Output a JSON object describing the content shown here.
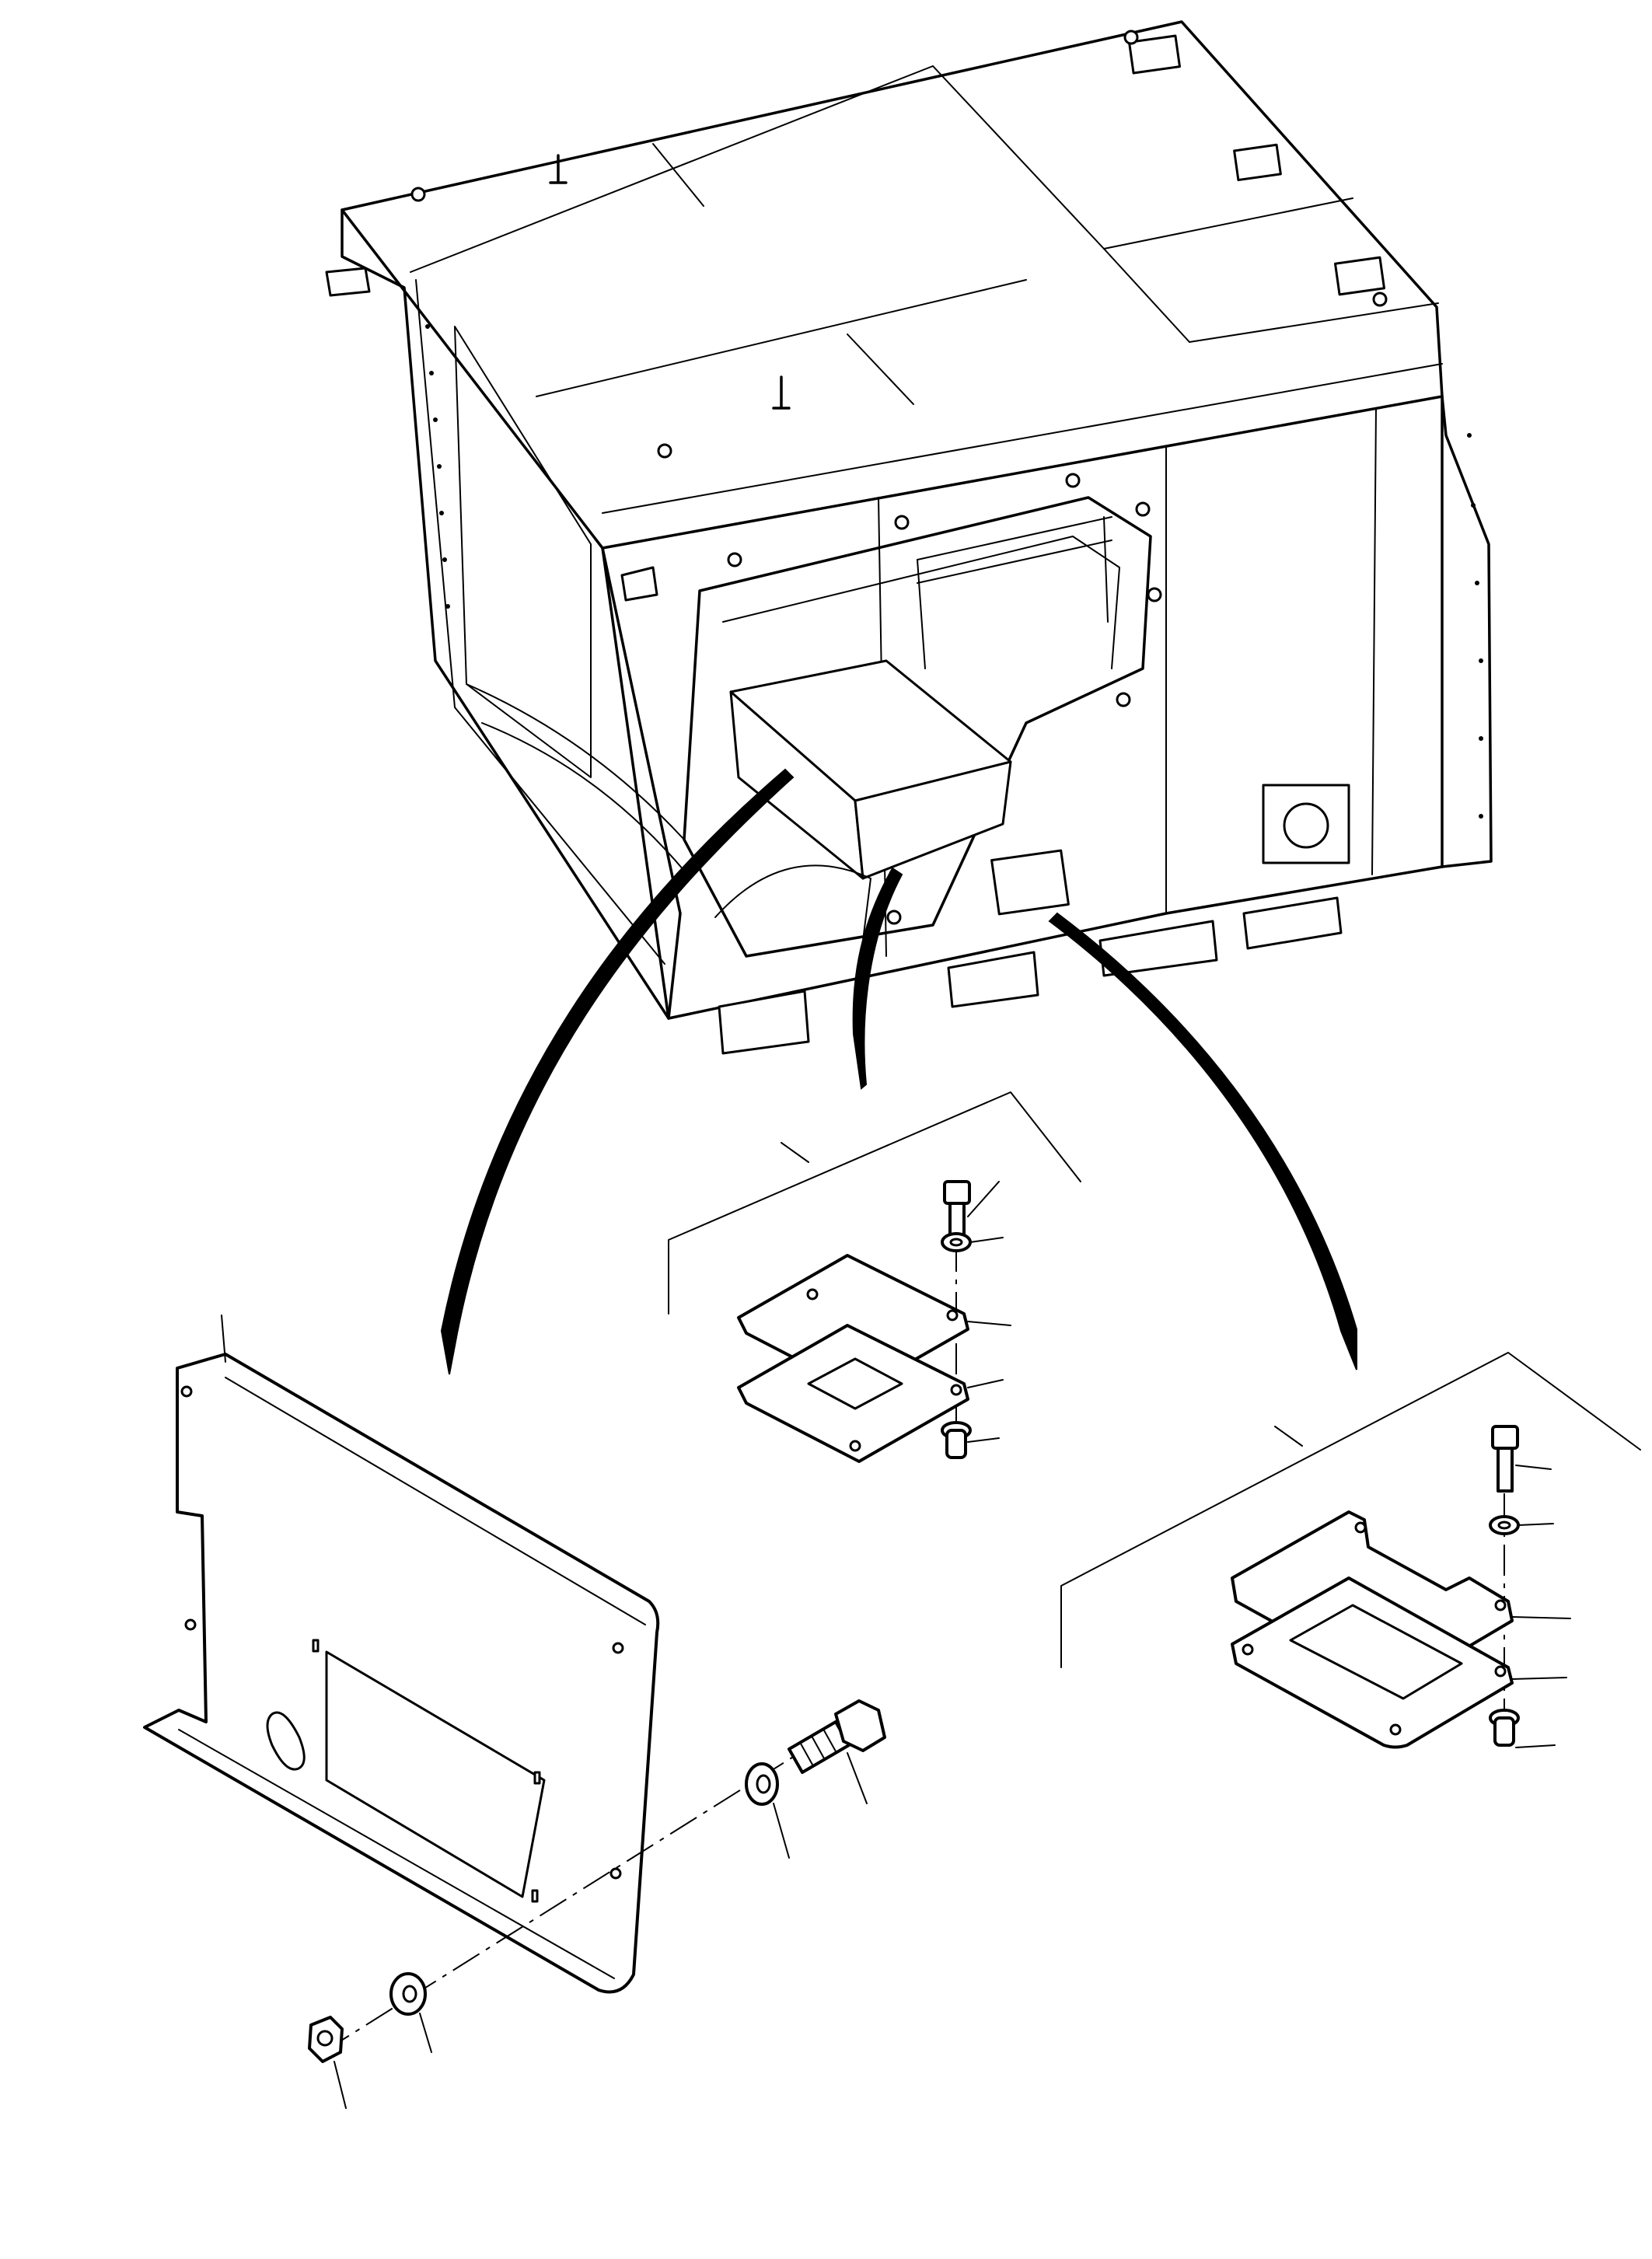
{
  "figure": {
    "kind": "exploded-parts-drawing",
    "subject": "cab-frame-access-cover-plates",
    "callout_numbers": [],
    "line_color": "#000000",
    "background_color": "#ffffff"
  },
  "components": [
    {
      "name": "cab-frame-assembly",
      "icon": "cab-frame-icon"
    },
    {
      "name": "large-side-cover-plate",
      "icon": "cover-plate-icon"
    },
    {
      "name": "small-cover-plate-kit",
      "icon": "plate-kit-icon"
    },
    {
      "name": "notched-cover-plate-kit",
      "icon": "plate-kit-icon"
    },
    {
      "name": "hex-bolt",
      "icon": "bolt-icon"
    },
    {
      "name": "flat-washer",
      "icon": "washer-icon"
    },
    {
      "name": "hex-nut",
      "icon": "nut-icon"
    },
    {
      "name": "socket-head-screw",
      "icon": "screw-icon"
    },
    {
      "name": "rubber-grommet",
      "icon": "grommet-icon"
    }
  ]
}
